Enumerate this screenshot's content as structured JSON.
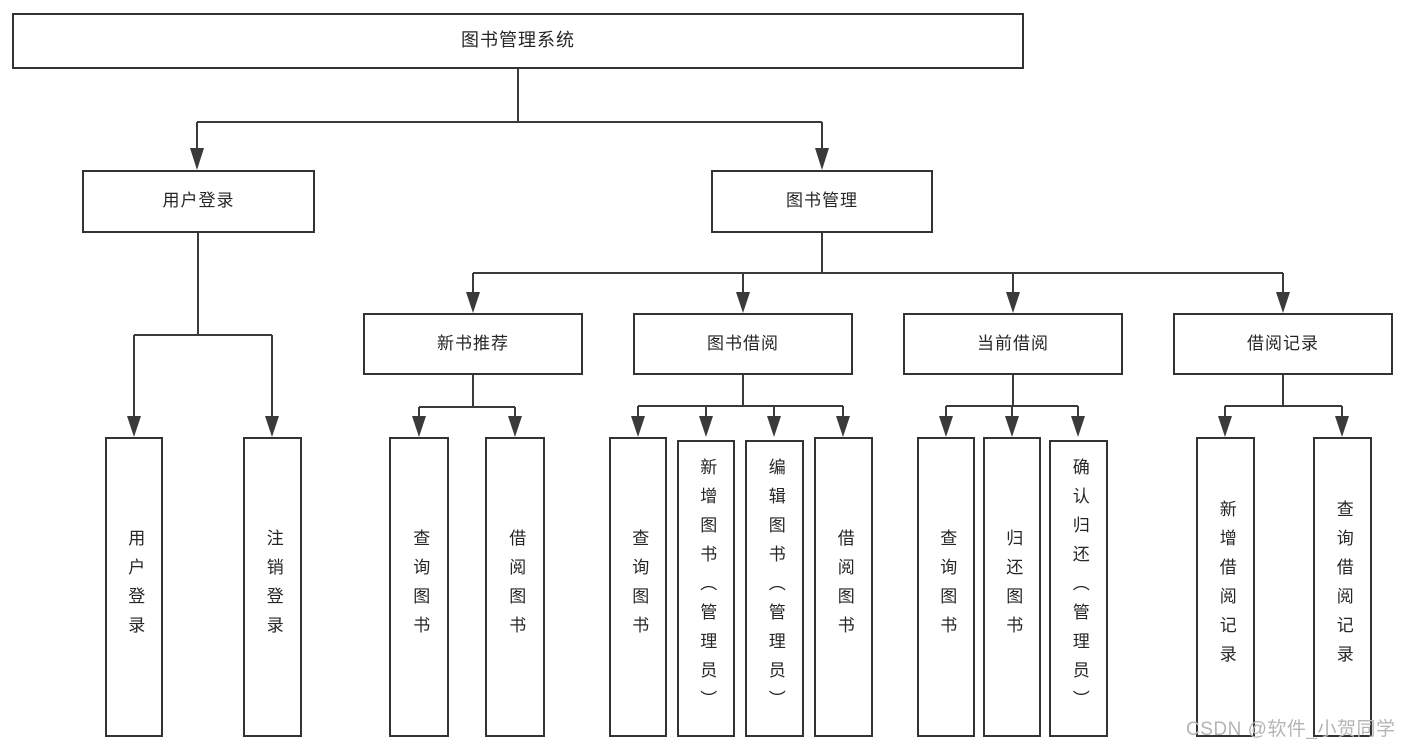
{
  "colors": {
    "box_border": "#333333",
    "connector": "#3a3a3a",
    "text": "#262626",
    "watermark": "#b5b5b5",
    "background": "#ffffff"
  },
  "tree": {
    "root": "图书管理系统",
    "children": [
      {
        "label": "用户登录",
        "children": [
          "用户登录",
          "注销登录"
        ]
      },
      {
        "label": "图书管理",
        "children": [
          {
            "label": "新书推荐",
            "children": [
              "查询图书",
              "借阅图书"
            ]
          },
          {
            "label": "图书借阅",
            "children": [
              "查询图书",
              "新增图书（管理员）",
              "编辑图书（管理员）",
              "借阅图书"
            ]
          },
          {
            "label": "当前借阅",
            "children": [
              "查询图书",
              "归还图书",
              "确认归还（管理员）"
            ]
          },
          {
            "label": "借阅记录",
            "children": [
              "新增借阅记录",
              "查询借阅记录"
            ]
          }
        ]
      }
    ]
  },
  "watermark": {
    "text": "CSDN @软件_小贺同学"
  }
}
